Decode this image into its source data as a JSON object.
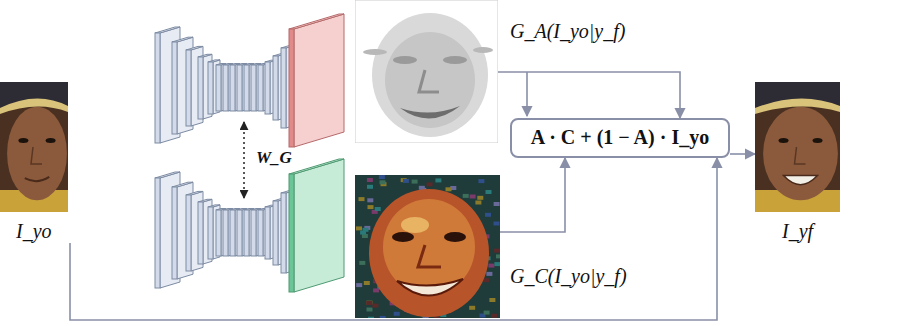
{
  "diagram": {
    "nodes": [
      {
        "text": [
          "I_yo"
        ]
      },
      {
        "text": [
          "G_A(I_yo|y_f)"
        ]
      },
      {
        "text": [
          "G_C(I_yo|y_f)"
        ]
      },
      {
        "text": [
          "A · C + (1 − A) · I_yo"
        ]
      },
      {
        "text": [
          "I_yf"
        ]
      }
    ],
    "edges": [
      {
        "from": 1,
        "to": 3,
        "arrow": "to"
      },
      {
        "from": 2,
        "to": 3,
        "arrow": "to"
      },
      {
        "from": 0,
        "to": 3,
        "arrow": "to"
      },
      {
        "from": 3,
        "to": 4,
        "arrow": "to"
      }
    ],
    "labels": [
      "W_G"
    ]
  }
}
